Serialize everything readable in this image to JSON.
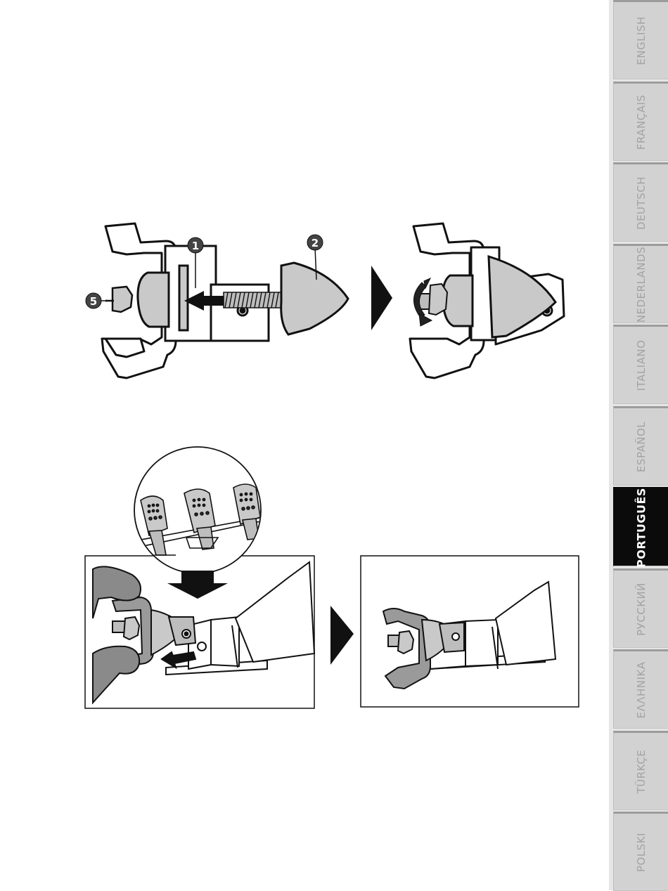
{
  "languages": [
    {
      "label": "ENGLISH",
      "active": false
    },
    {
      "label": "FRANÇAIS",
      "active": false
    },
    {
      "label": "DEUTSCH",
      "active": false
    },
    {
      "label": "NEDERLANDS",
      "active": false
    },
    {
      "label": "ITALIANO",
      "active": false
    },
    {
      "label": "ESPAÑOL",
      "active": false
    },
    {
      "label": "PORTUGUÊS",
      "active": true
    },
    {
      "label": "РУССКИЙ",
      "active": false
    },
    {
      "label": "ΕΛΛΗΝΙΚΑ",
      "active": false
    },
    {
      "label": "TÜRKÇE",
      "active": false
    },
    {
      "label": "POLSKI",
      "active": false
    }
  ],
  "figure_top": {
    "callouts": [
      "1",
      "2",
      "5"
    ]
  },
  "colors": {
    "part_fill": "#c9c9c9",
    "outline": "#111111",
    "active_tab": "#0b0b0b",
    "tab_bg": "#d2d2d2"
  }
}
